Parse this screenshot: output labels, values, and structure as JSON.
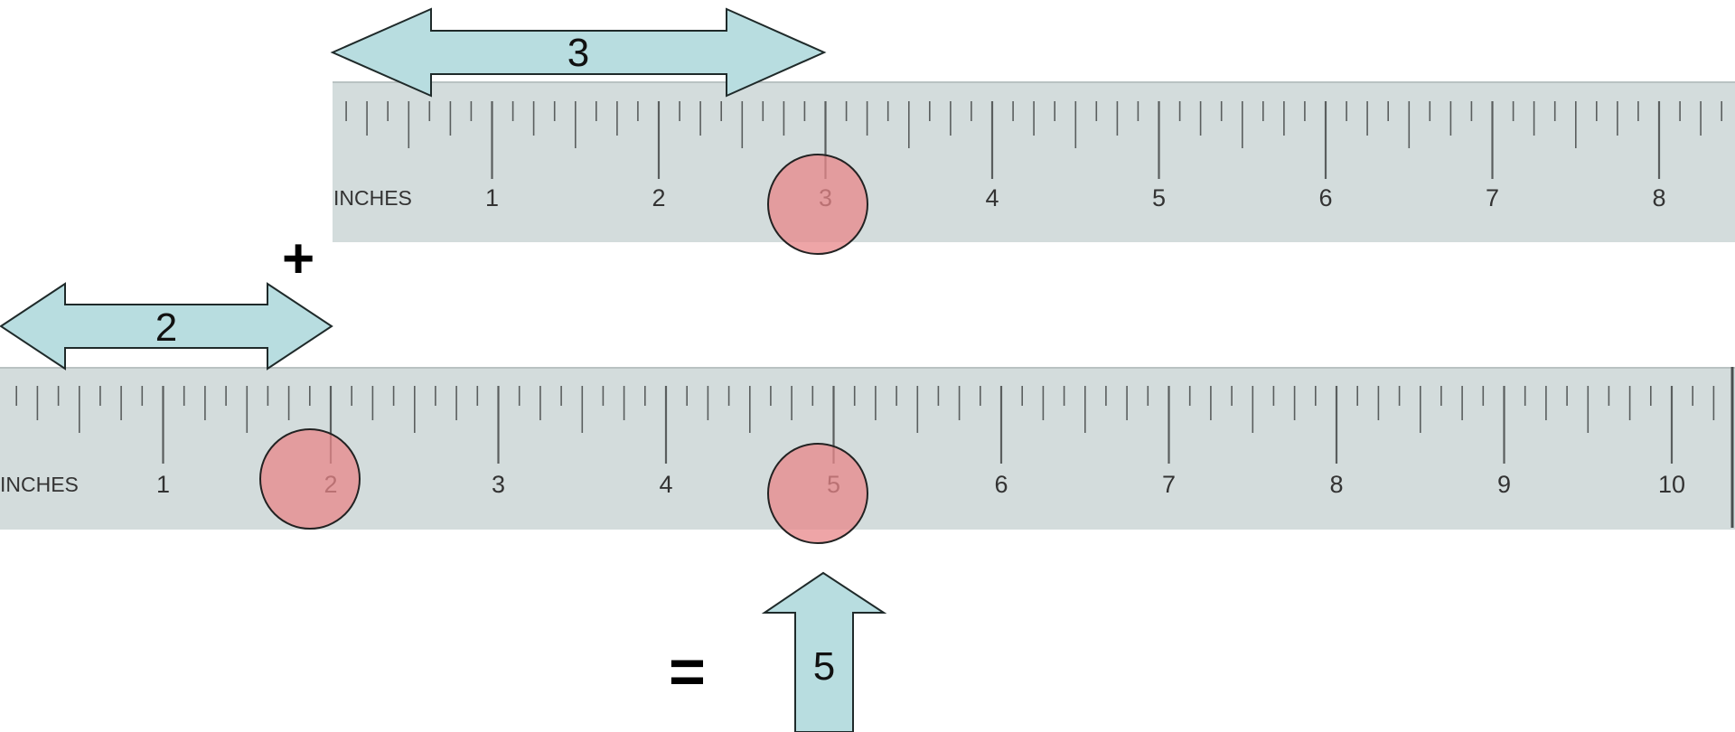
{
  "colors": {
    "ruler_fill": "#d3dcdc",
    "ruler_edge": "#b9c2c2",
    "tick": "#5a5e5e",
    "arrow_fill": "#b8dde0",
    "arrow_stroke": "#1f2a2a",
    "highlight_fill": "#e8878a",
    "highlight_stroke": "#222222"
  },
  "top_ruler": {
    "unit_label": "INCHES",
    "numbers": [
      "1",
      "2",
      "3",
      "4",
      "5",
      "6",
      "7",
      "8"
    ],
    "highlighted": "3"
  },
  "bottom_ruler": {
    "unit_label": "INCHES",
    "numbers": [
      "1",
      "2",
      "3",
      "4",
      "5",
      "6",
      "7",
      "8",
      "9",
      "10"
    ],
    "highlighted": [
      "2",
      "5"
    ]
  },
  "top_arrow": {
    "label": "3"
  },
  "bottom_arrow": {
    "label": "2"
  },
  "result_arrow": {
    "label": "5"
  },
  "plus_sign": "+",
  "equals_sign": "="
}
